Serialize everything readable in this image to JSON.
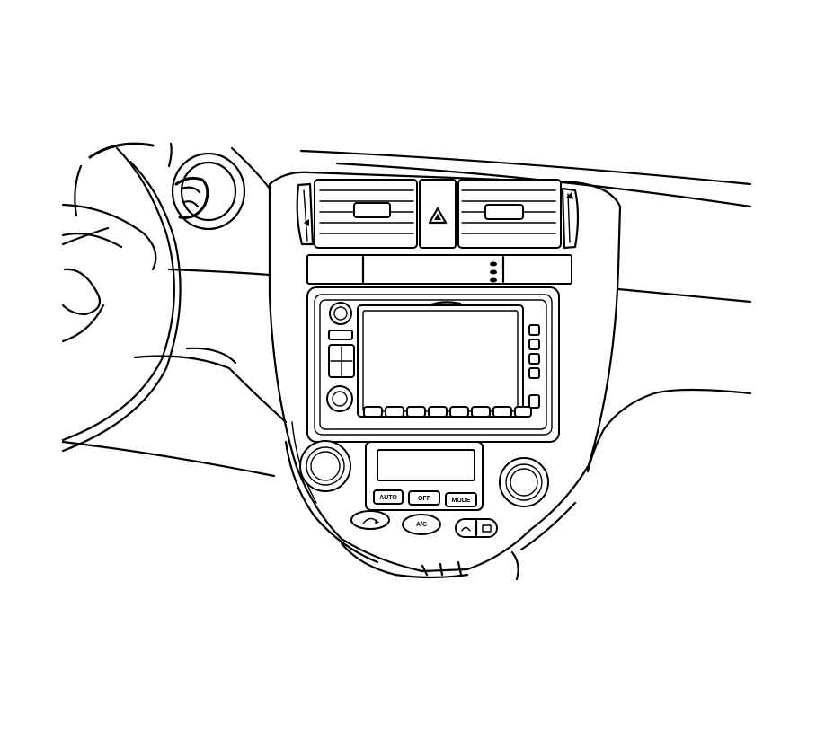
{
  "climate_control": {
    "buttons": [
      {
        "id": "auto",
        "label": "AUTO"
      },
      {
        "id": "off",
        "label": "OFF"
      },
      {
        "id": "mode",
        "label": "MODE"
      },
      {
        "id": "ac",
        "label": "A/C"
      }
    ]
  },
  "icons": [
    "hazard-icon",
    "vent-direction-arrow-icon",
    "steering-wheel",
    "ignition-cylinder"
  ]
}
